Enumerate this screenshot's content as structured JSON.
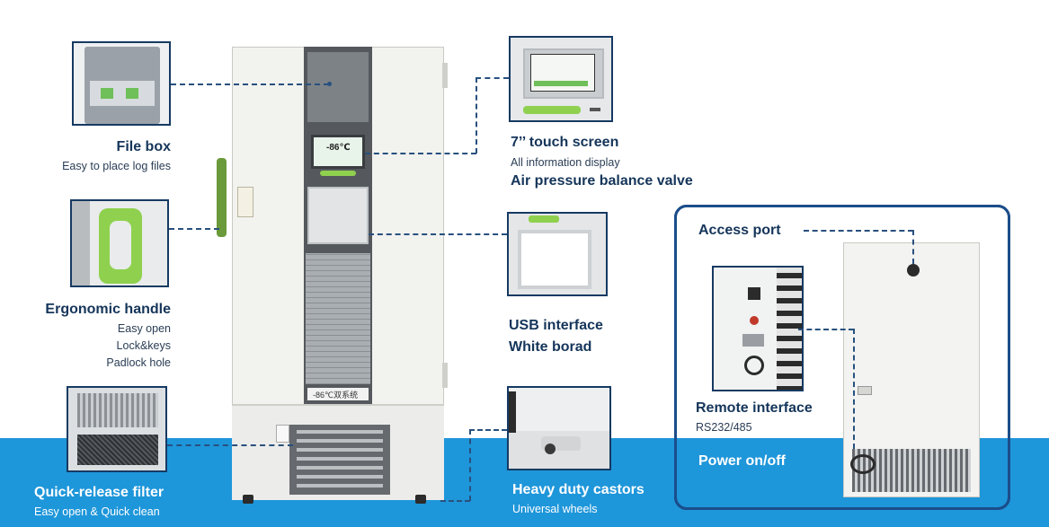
{
  "features": {
    "file_box": {
      "title": "File box",
      "lines": [
        "Easy to place log files"
      ]
    },
    "ergonomic_handle": {
      "title": "Ergonomic handle",
      "lines": [
        "Easy open",
        "Lock&keys",
        "Padlock hole"
      ]
    },
    "quick_release_filter": {
      "title": "Quick-release filter",
      "lines": [
        "Easy open & Quick clean"
      ]
    },
    "touch_screen": {
      "title": "7’’ touch screen",
      "line": "All information display",
      "title2": "Air pressure balance valve"
    },
    "usb_interface": {
      "title": "USB interface",
      "title2": "White borad"
    },
    "castors": {
      "title": "Heavy duty castors",
      "line": "Universal wheels"
    },
    "access_port": {
      "title": "Access port"
    },
    "remote_interface": {
      "title": "Remote interface",
      "line": "RS232/485"
    },
    "power": {
      "title": "Power on/off"
    }
  },
  "freezer": {
    "display_temp": "-86℃",
    "badge": "-86℃双系统"
  },
  "colors": {
    "band": "#1e96da",
    "accent_green": "#8fd14f",
    "navy": "#15355a"
  }
}
